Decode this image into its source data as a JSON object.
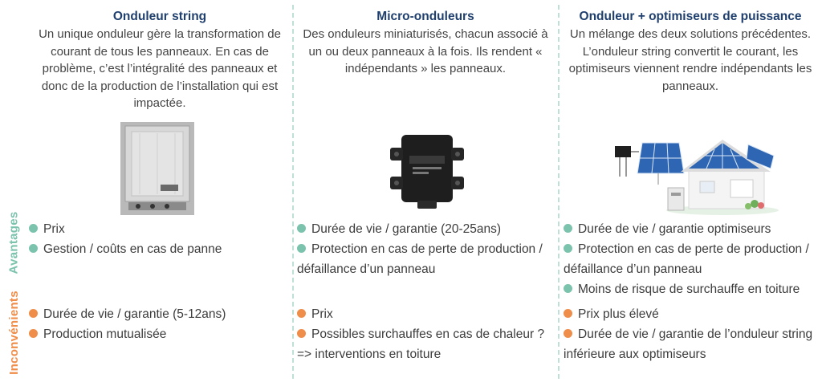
{
  "labels": {
    "advantages": "Avantages",
    "disadvantages": "Inconvénients"
  },
  "columns": [
    {
      "title": "Onduleur string",
      "description": "Un unique onduleur gère la transformation de courant de tous les panneaux. En cas de problème, c’est l’intégralité des panneaux et donc de la production de l’installation qui est impactée.",
      "image_icon": "string-inverter-icon",
      "advantages": [
        "Prix",
        "Gestion / coûts en cas de panne"
      ],
      "disadvantages": [
        "Durée de vie / garantie (5-12ans)",
        "Production mutualisée"
      ]
    },
    {
      "title": "Micro-onduleurs",
      "description": "Des onduleurs miniaturisés, chacun associé à un ou deux panneaux à la fois. Ils rendent « indépendants » les panneaux.",
      "image_icon": "micro-inverter-icon",
      "advantages": [
        "Durée de vie / garantie (20-25ans)",
        "Protection en cas de perte de production / défaillance d’un panneau"
      ],
      "disadvantages": [
        "Prix",
        "Possibles surchauffes en cas de chaleur ? => interventions en toiture"
      ]
    },
    {
      "title": "Onduleur + optimiseurs de puissance",
      "description": "Un mélange des deux solutions précédentes. L’onduleur string convertit le courant, les optimiseurs viennent rendre indépendants les panneaux.",
      "image_icon": "house-solar-optimizer-icon",
      "advantages": [
        "Durée de vie / garantie optimiseurs",
        "Protection en cas de perte de production / défaillance d’un panneau",
        "Moins de risque de surchauffe en toiture"
      ],
      "disadvantages": [
        "Prix plus élevé",
        "Durée de vie / garantie de l’onduleur string inférieure aux optimiseurs"
      ]
    }
  ],
  "colors": {
    "advantage": "#7cc3ad",
    "disadvantage": "#ef8d4a",
    "title": "#1f3f6e",
    "divider": "#bfe0d6"
  }
}
